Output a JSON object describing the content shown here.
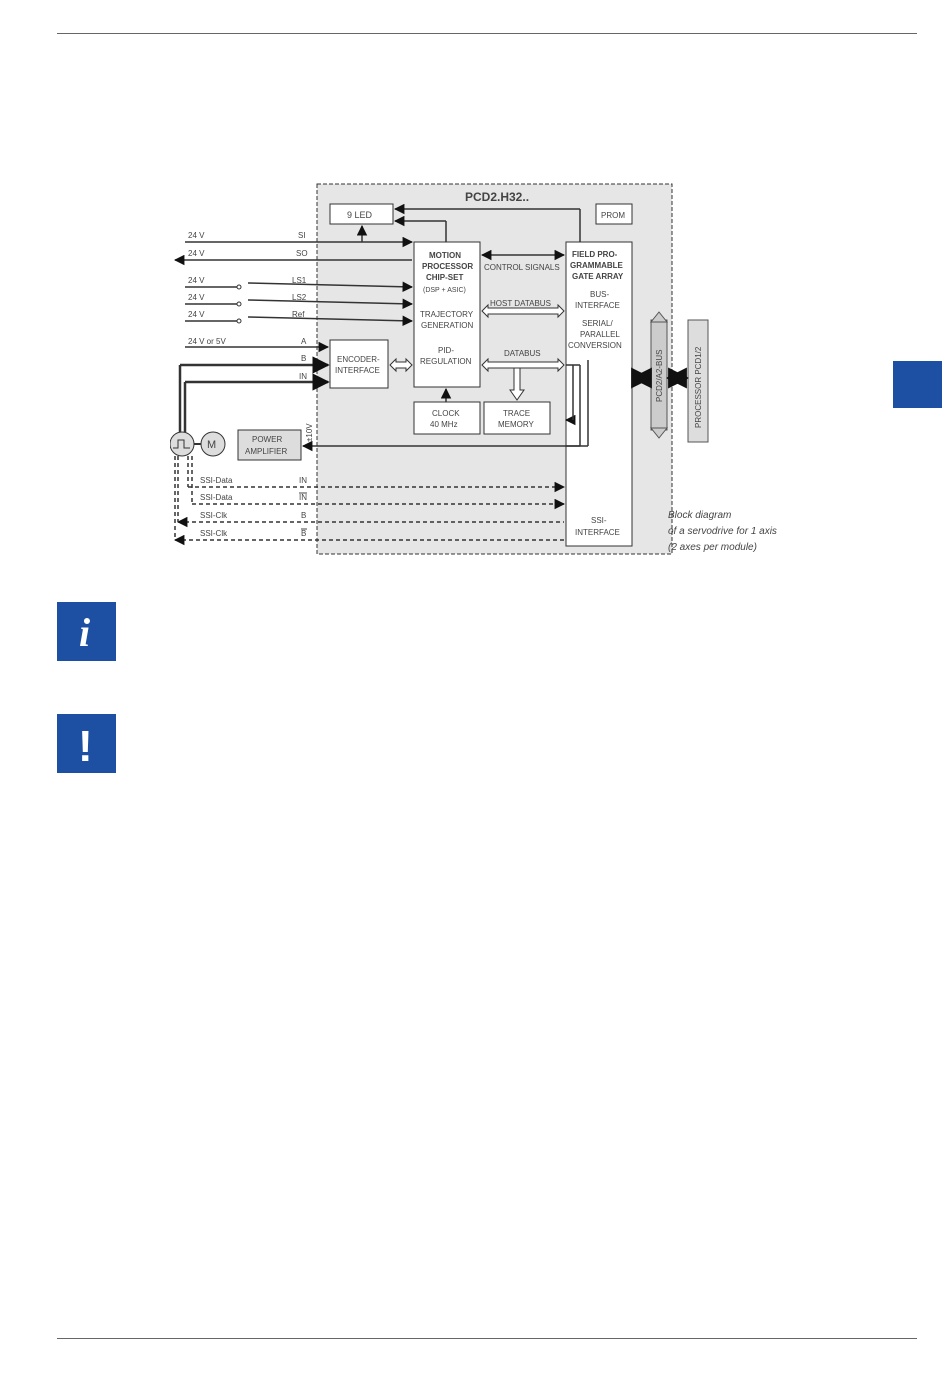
{
  "page": {
    "side_tab_color": "#1d50a2"
  },
  "diagram": {
    "module_title": "PCD2.H32..",
    "blocks": {
      "led": "9 LED",
      "prom": "PROM",
      "motion": [
        "MOTION",
        "PROCESSOR",
        "CHIP-SET",
        "(DSP + ASIC)",
        "TRAJECTORY",
        "GENERATION",
        "PID-",
        "REGULATION"
      ],
      "fpga": [
        "FIELD PRO-",
        "GRAMMABLE",
        "GATE ARRAY",
        "BUS-",
        "INTERFACE",
        "SERIAL/",
        "PARALLEL",
        "CONVERSION",
        "SSI-",
        "INTERFACE"
      ],
      "encoder": [
        "ENCODER-",
        "INTERFACE"
      ],
      "clock": [
        "CLOCK",
        "40 MHz"
      ],
      "trace": [
        "TRACE",
        "MEMORY"
      ],
      "power": [
        "POWER",
        "AMPLIFIER"
      ],
      "motor": "M",
      "bus": "PCD2/A2-BUS",
      "processor": "PROCESSOR PCD1/2"
    },
    "signals": {
      "control": "CONTROL SIGNALS",
      "host_databus": "HOST DATABUS",
      "databus": "DATABUS",
      "voltage": "±10V"
    },
    "inputs": [
      {
        "supply": "24 V",
        "name": "SI"
      },
      {
        "supply": "24 V",
        "name": "SO"
      },
      {
        "supply": "24 V",
        "name": "LS1"
      },
      {
        "supply": "24 V",
        "name": "LS2"
      },
      {
        "supply": "24 V",
        "name": "Ref"
      },
      {
        "supply": "24 V or 5V",
        "name": "A"
      },
      {
        "supply": "",
        "name": "B"
      },
      {
        "supply": "",
        "name": "IN"
      }
    ],
    "ssi": [
      {
        "label": "SSI-Data",
        "pin": "IN"
      },
      {
        "label": "SSI-Data",
        "pin": "IN"
      },
      {
        "label": "SSI-Clk",
        "pin": "B"
      },
      {
        "label": "SSI-Clk",
        "pin": "B"
      }
    ],
    "caption": [
      "Block diagram",
      "of a servodrive for 1 axis",
      "(2 axes per module)"
    ]
  },
  "notices": {
    "info_glyph": "i",
    "warn_glyph": "!",
    "color": "#1d50a2"
  }
}
